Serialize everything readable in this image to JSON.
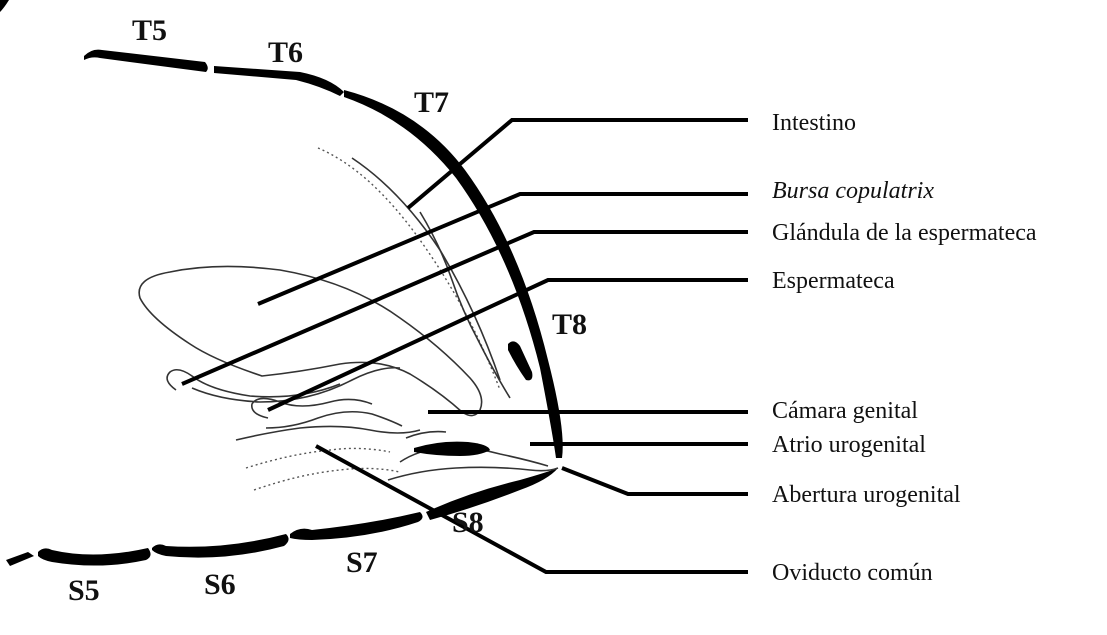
{
  "segments": {
    "tergites": [
      "T5",
      "T6",
      "T7",
      "T8"
    ],
    "sternites": [
      "S5",
      "S6",
      "S7",
      "S8"
    ]
  },
  "labels": {
    "intestino": "Intestino",
    "bursa": "Bursa copulatrix",
    "glandula": "Glándula de la espermateca",
    "espermateca": "Espermateca",
    "camara": "Cámara genital",
    "atrio": "Atrio urogenital",
    "abertura": "Abertura urogenital",
    "oviducto": "Oviducto común"
  },
  "colors": {
    "ink": "#000000",
    "background": "#ffffff"
  }
}
